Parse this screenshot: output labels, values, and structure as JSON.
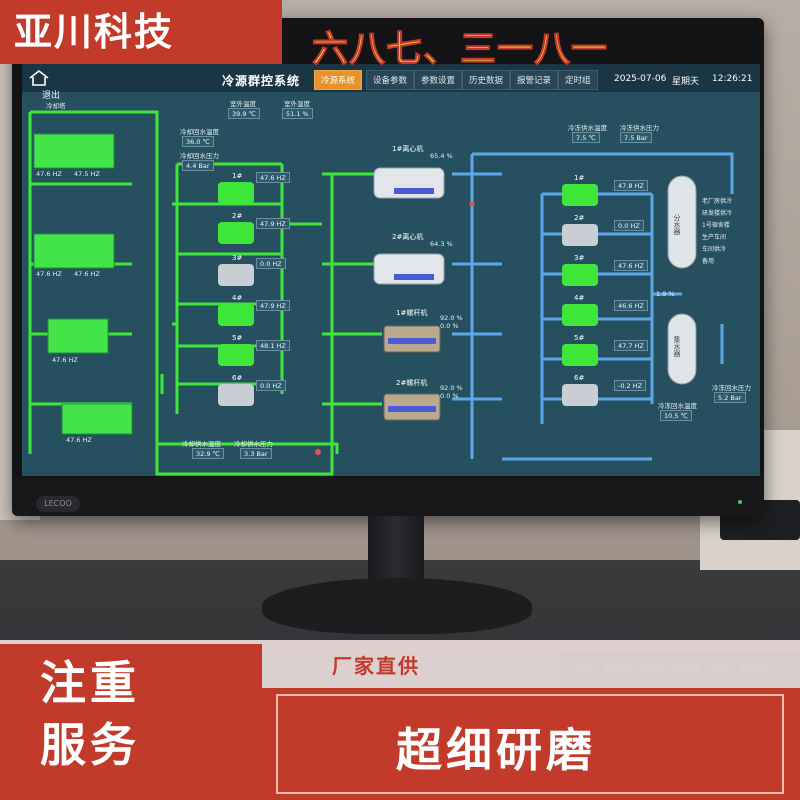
{
  "app": {
    "title": "冷源群控系统",
    "exit_label": "退出",
    "nav_tabs": [
      {
        "label": "冷源系统",
        "active": true
      },
      {
        "label": "设备参数",
        "active": false
      },
      {
        "label": "参数设置",
        "active": false
      },
      {
        "label": "历史数据",
        "active": false
      },
      {
        "label": "报警记录",
        "active": false
      },
      {
        "label": "定时组",
        "active": false
      }
    ],
    "date": "2025-07-06",
    "weekday": "星期天",
    "time": "12:26:21",
    "colors": {
      "header": "#1a3644",
      "screen_bg": "#244a5c",
      "active_tab": "#e8932a",
      "green_pipe": "#3fe63a",
      "blue_pipe": "#5aa8e8",
      "red_pipe": "#e05656"
    }
  },
  "cooling_tower": {
    "label": "冷却塔",
    "freqs": [
      "47.6 HZ",
      "47.5 HZ",
      "47.6 HZ",
      "47.6 HZ",
      "47.6 HZ",
      "47.6 HZ"
    ]
  },
  "top_readouts": {
    "outdoor_temp": {
      "label": "室外温度",
      "value": "39.9 ℃"
    },
    "outdoor_humidity": {
      "label": "室外湿度",
      "value": "51.1 %"
    },
    "cooling_return_temp": {
      "label": "冷却回水温度",
      "value": "36.0 ℃"
    },
    "cooling_return_pressure": {
      "label": "冷却回水压力",
      "value": "4.4 Bar"
    },
    "chilled_supply_temp": {
      "label": "冷冻供水温度",
      "value": "7.5 ℃"
    },
    "chilled_supply_pressure": {
      "label": "冷冻供水压力",
      "value": "7.5 Bar"
    }
  },
  "cooling_pumps": [
    {
      "name": "1#",
      "freq": "47.6 HZ",
      "running": true
    },
    {
      "name": "2#",
      "freq": "47.9 HZ",
      "running": true
    },
    {
      "name": "3#",
      "freq": "0.0 HZ",
      "running": false
    },
    {
      "name": "4#",
      "freq": "47.9 HZ",
      "running": true
    },
    {
      "name": "5#",
      "freq": "48.1 HZ",
      "running": true
    },
    {
      "name": "6#",
      "freq": "0.0 HZ",
      "running": false
    }
  ],
  "chillers": [
    {
      "name": "1#离心机",
      "load": "65.4 %"
    },
    {
      "name": "2#离心机",
      "load": "64.3 %"
    },
    {
      "name": "1#螺杆机",
      "load1": "92.0 %",
      "load2": "0.0 %"
    },
    {
      "name": "2#螺杆机",
      "load1": "92.0 %",
      "load2": "0.0 %"
    }
  ],
  "chilled_pumps": [
    {
      "name": "1#",
      "freq": "47.8 HZ",
      "running": true
    },
    {
      "name": "2#",
      "freq": "0.0 HZ",
      "running": false
    },
    {
      "name": "3#",
      "freq": "47.6 HZ",
      "running": true
    },
    {
      "name": "4#",
      "freq": "46.6 HZ",
      "running": true
    },
    {
      "name": "5#",
      "freq": "47.7 HZ",
      "running": true
    },
    {
      "name": "6#",
      "freq": "-0.2 HZ",
      "running": false
    }
  ],
  "manifolds": {
    "supply_label": "分水器",
    "return_label": "集水器",
    "bypass_value": "1.9 %",
    "branches": [
      "老厂房供冷",
      "研发楼供冷",
      "1号宿舍楼",
      "生产车间",
      "车间供冷",
      "备用"
    ]
  },
  "bottom_readouts": {
    "cooling_supply_temp": {
      "label": "冷却供水温度",
      "value": "32.9 ℃"
    },
    "cooling_supply_pressure": {
      "label": "冷却供水压力",
      "value": "3.3 Bar"
    },
    "chilled_return_temp": {
      "label": "冷冻回水温度",
      "value": "10.5 ℃"
    },
    "chilled_return_pressure": {
      "label": "冷冻回水压力",
      "value": "5.2 Bar"
    }
  },
  "monitor": {
    "brand": "LECOO"
  },
  "overlay": {
    "brand": "亚川科技",
    "headline": "六八七、三一八一",
    "left_line1": "注重",
    "left_line2": "服务",
    "tagline1": "厂家直供",
    "tagline2": "超细研磨",
    "colors": {
      "red": "#c23a2a",
      "yellow": "#f7e342"
    }
  }
}
